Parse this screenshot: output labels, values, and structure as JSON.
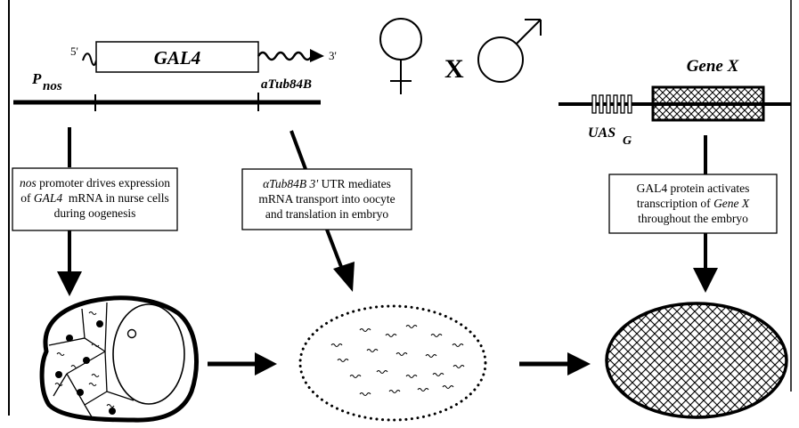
{
  "construct": {
    "gene_label": "GAL4",
    "five_prime": "5'",
    "three_prime": "3'",
    "promoter_label_main": "P",
    "promoter_label_sub": "nos",
    "utr_label": "aTub84B"
  },
  "cross": {
    "female_symbol": "♀",
    "cross_symbol": "X",
    "male_symbol": "♂"
  },
  "target": {
    "gene_label": "Gene X",
    "uas_label_main": "UAS",
    "uas_label_sub": "G"
  },
  "boxes": {
    "nos": {
      "line1_italic": "nos",
      "line1_rest": " promoter drives expression",
      "line2_pre": "of ",
      "line2_italic": "GAL4",
      "line2_rest": "  mRNA in nurse cells",
      "line3": "during oogenesis"
    },
    "tub": {
      "line1_italic": "αTub84B 3'",
      "line1_rest": " UTR mediates",
      "line2": "mRNA transport into oocyte",
      "line3": "and translation in embryo"
    },
    "gal4": {
      "line1": "GAL4 protein activates",
      "line2_pre": "transcription of ",
      "line2_italic": "Gene X",
      "line3": "throughout the embryo"
    }
  }
}
